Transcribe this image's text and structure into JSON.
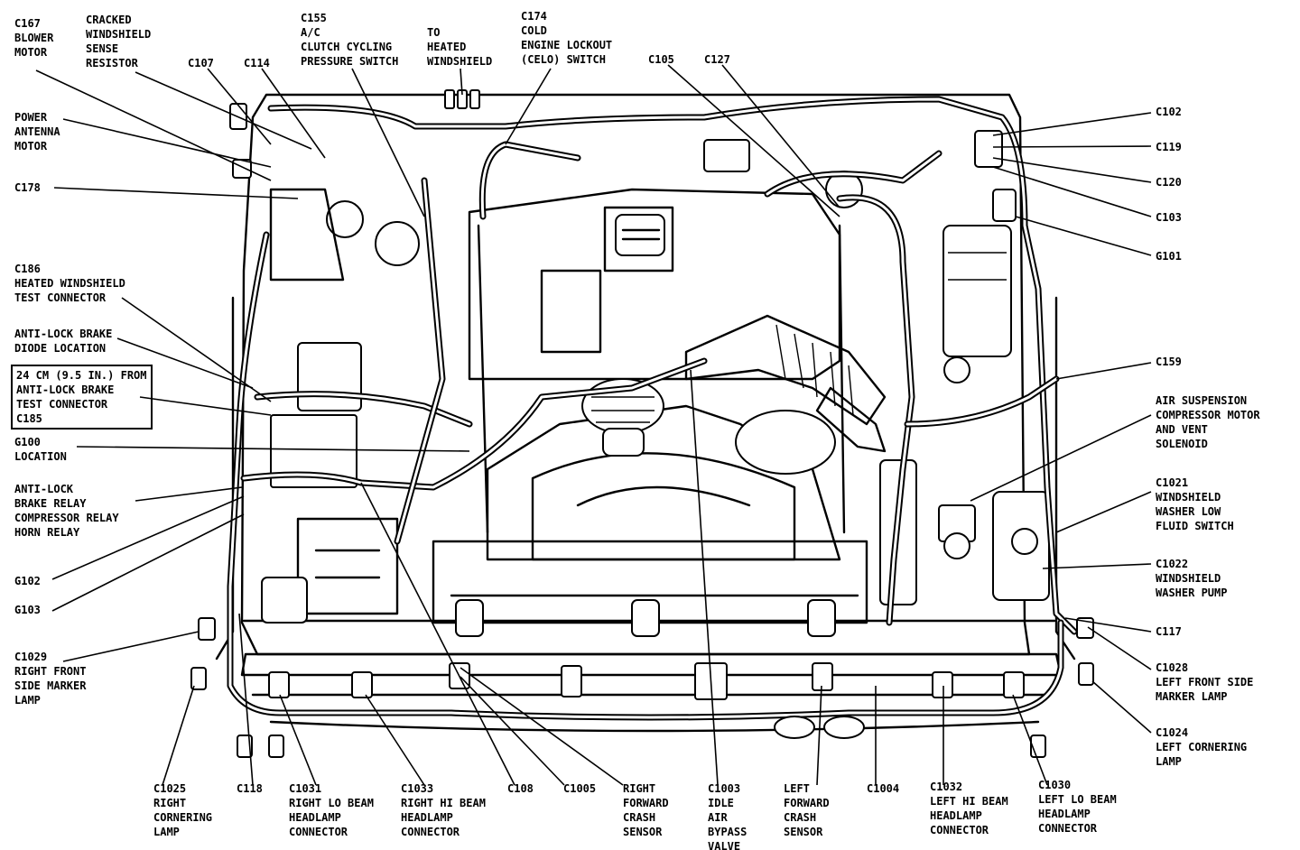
{
  "labels": {
    "c167": "C167\nBLOWER\nMOTOR",
    "cracked": "CRACKED\nWINDSHIELD\nSENSE\nRESISTOR",
    "c107": "C107",
    "c114": "C114",
    "c155": "C155\nA/C\nCLUTCH CYCLING\nPRESSURE SWITCH",
    "heated": "TO\nHEATED\nWINDSHIELD",
    "c174": "C174\nCOLD\nENGINE LOCKOUT\n(CELO) SWITCH",
    "c105": "C105",
    "c127": "C127",
    "c102": "C102",
    "c119": "C119",
    "c120": "C120",
    "c103": "C103",
    "g101": "G101",
    "power_antenna": "POWER\nANTENNA\nMOTOR",
    "c178": "C178",
    "c186": "C186\nHEATED WINDSHIELD\nTEST CONNECTOR",
    "antilock_diode": "ANTI-LOCK BRAKE\nDIODE LOCATION",
    "note_box": "24 CM (9.5 IN.) FROM\nANTI-LOCK BRAKE\nTEST CONNECTOR\nC185",
    "g100": "G100\nLOCATION",
    "antilock_relay": "ANTI-LOCK\nBRAKE RELAY\nCOMPRESSOR RELAY\nHORN RELAY",
    "g102": "G102",
    "g103": "G103",
    "c1029": "C1029\nRIGHT FRONT\nSIDE MARKER\nLAMP",
    "c159": "C159",
    "air_susp": "AIR SUSPENSION\nCOMPRESSOR MOTOR\nAND VENT\nSOLENOID",
    "c1021": "C1021\nWINDSHIELD\nWASHER LOW\nFLUID SWITCH",
    "c1022": "C1022\nWINDSHIELD\nWASHER PUMP",
    "c117": "C117",
    "c1028": "C1028\nLEFT FRONT SIDE\nMARKER LAMP",
    "c1024": "C1024\nLEFT CORNERING\nLAMP",
    "c1025": "C1025\nRIGHT\nCORNERING\nLAMP",
    "c118": "C118",
    "c1031": "C1031\nRIGHT LO BEAM\nHEADLAMP\nCONNECTOR",
    "c1033": "C1033\nRIGHT HI BEAM\nHEADLAMP\nCONNECTOR",
    "c108": "C108",
    "c1005": "C1005",
    "right_crash": "RIGHT\nFORWARD\nCRASH\nSENSOR",
    "c1003": "C1003\nIDLE\nAIR\nBYPASS\nVALVE",
    "left_crash": "LEFT\nFORWARD\nCRASH\nSENSOR",
    "c1004": "C1004",
    "c1032": "C1032\nLEFT HI BEAM\nHEADLAMP\nCONNECTOR",
    "c1030": "C1030\nLEFT LO BEAM\nHEADLAMP\nCONNECTOR"
  }
}
